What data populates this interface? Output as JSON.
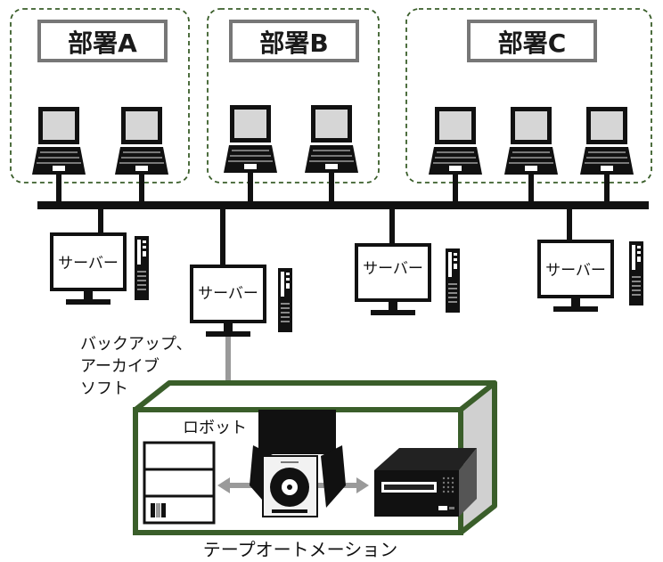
{
  "departments": [
    {
      "label": "部署A"
    },
    {
      "label": "部署B"
    },
    {
      "label": "部署C"
    }
  ],
  "servers": [
    {
      "label": "サーバー"
    },
    {
      "label": "サーバー"
    },
    {
      "label": "サーバー"
    },
    {
      "label": "サーバー"
    }
  ],
  "software_note": {
    "line1": "バックアップ、",
    "line2": "アーカイブ",
    "line3": "ソフト"
  },
  "robot_label": "ロボット",
  "system_caption": "テープオートメーション",
  "colors": {
    "dept_border": "#3a5e2a",
    "enclosure_border": "#3a5e2a",
    "enclosure_side": "#d0d0d0",
    "arrow": "#9a9a9a",
    "dept_label_border": "#777777"
  }
}
